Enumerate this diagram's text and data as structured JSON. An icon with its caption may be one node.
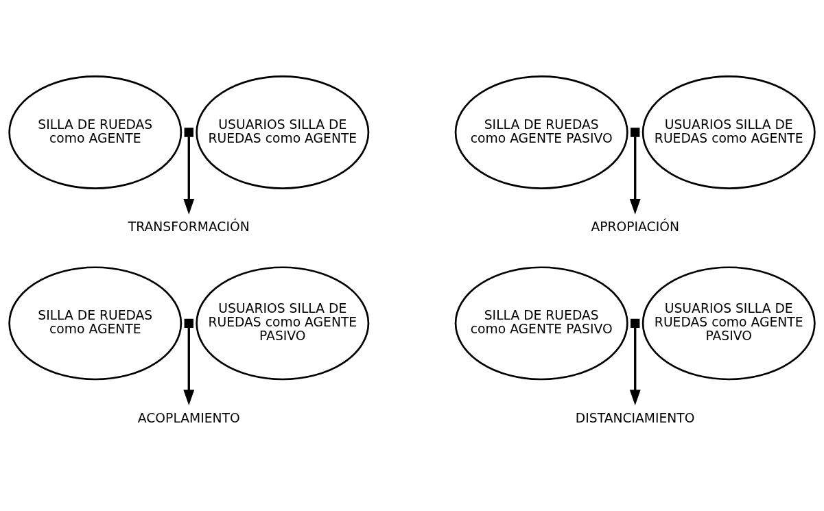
{
  "diagram": {
    "nodes": [
      {
        "text": [
          "SILLA DE RUEDAS como AGENTE"
        ]
      },
      {
        "text": [
          "USUARIOS SILLA DE RUEDAS como AGENTE"
        ]
      },
      {
        "text": [],
        "shape": "box"
      },
      {
        "text": [
          "TRANSFORMACIÓN"
        ]
      },
      {
        "text": [
          "SILLA DE RUEDAS como AGENTE PASIVO"
        ]
      },
      {
        "text": [
          "USUARIOS SILLA DE RUEDAS como AGENTE"
        ]
      },
      {
        "text": [],
        "shape": "box"
      },
      {
        "text": [
          "APROPIACIÓN"
        ]
      },
      {
        "text": [
          "SILLA DE RUEDAS como AGENTE"
        ]
      },
      {
        "text": [
          "USUARIOS SILLA DE RUEDAS como AGENTE PASIVO"
        ]
      },
      {
        "text": [],
        "shape": "box"
      },
      {
        "text": [
          "ACOPLAMIENTO"
        ]
      },
      {
        "text": [
          "SILLA DE RUEDAS como AGENTE PASIVO"
        ]
      },
      {
        "text": [
          "USUARIOS SILLA DE RUEDAS como AGENTE PASIVO"
        ]
      },
      {
        "text": [],
        "shape": "box"
      },
      {
        "text": [
          "DISTANCIAMIENTO"
        ]
      }
    ],
    "edges": [
      {
        "from": 2,
        "to": 3,
        "arrow": "to"
      },
      {
        "from": 6,
        "to": 7,
        "arrow": "to"
      },
      {
        "from": 10,
        "to": 11,
        "arrow": "to"
      },
      {
        "from": 14,
        "to": 15,
        "arrow": "to"
      }
    ]
  }
}
